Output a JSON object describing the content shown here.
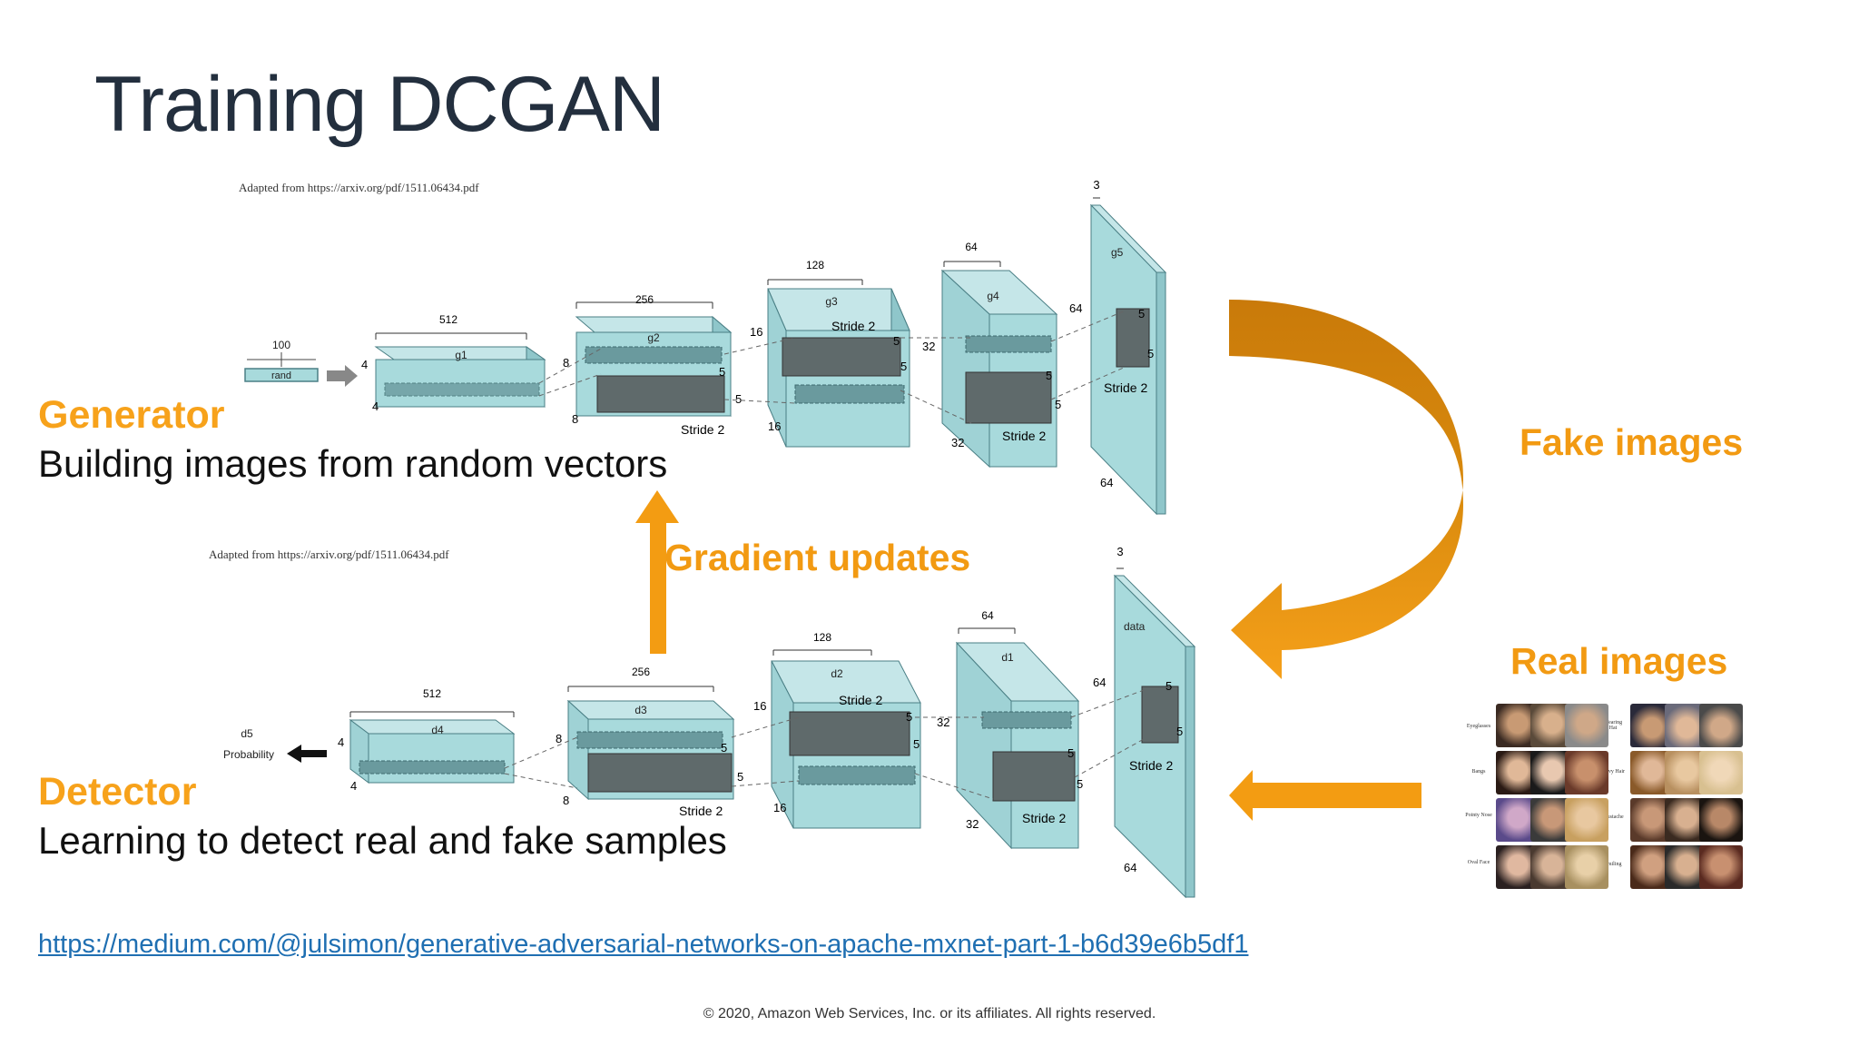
{
  "title": "Training DCGAN",
  "adapted_from": "Adapted from https://arxiv.org/pdf/1511.06434.pdf",
  "generator": {
    "heading": "Generator",
    "description": "Building images from random vectors",
    "input_label": "100",
    "input_box": "rand",
    "blocks": [
      "g1",
      "g2",
      "g3",
      "g4",
      "g5"
    ],
    "depths": [
      "512",
      "256",
      "128",
      "64",
      "3"
    ]
  },
  "detector": {
    "heading": "Detector",
    "description": "Learning to detect real and fake samples",
    "output_label": "d5",
    "output_sub": "Probability",
    "blocks": [
      "d4",
      "d3",
      "d2",
      "d1",
      "data"
    ],
    "depths": [
      "512",
      "256",
      "128",
      "64",
      "3"
    ]
  },
  "labels": {
    "fake_images": "Fake images",
    "real_images": "Real images",
    "gradient_updates": "Gradient updates",
    "stride": "Stride 2"
  },
  "dims": {
    "s4": "4",
    "s8": "8",
    "s16": "16",
    "s32": "32",
    "s64": "64",
    "k5": "5"
  },
  "faces_labels": {
    "left": [
      "Eyeglasses",
      "Bangs",
      "Pointy Nose",
      "Oval Face"
    ],
    "right": [
      "Wearing Hat",
      "Wavy Hair",
      "Mustache",
      "Smiling"
    ]
  },
  "link": "https://medium.com/@julsimon/generative-adversarial-networks-on-apache-mxnet-part-1-b6d39e6b5df1",
  "copyright": "© 2020, Amazon Web Services, Inc. or its affiliates. All rights reserved.",
  "colors": {
    "title": "#232f3e",
    "accent_orange": "#f7a21b",
    "arrow_orange": "#f39c12",
    "arrow_dark": "#c97a0a",
    "block_fill": "#a8dadc",
    "link": "#1f6fb2"
  }
}
